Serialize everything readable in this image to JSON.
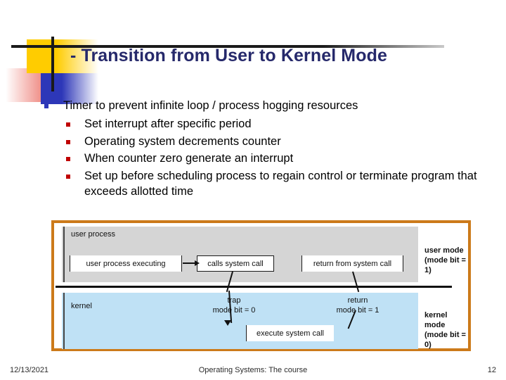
{
  "slide": {
    "title": "- Transition from User to Kernel Mode",
    "title_color": "#26296B"
  },
  "content": {
    "bullets": [
      {
        "level": 1,
        "text": "Timer to prevent infinite loop / process hogging resources",
        "bullet_color": "#2D37B8",
        "children": [
          {
            "level": 2,
            "text": "Set interrupt after specific period",
            "bullet_color": "#C00000"
          },
          {
            "level": 2,
            "text": "Operating system decrements counter",
            "bullet_color": "#C00000"
          },
          {
            "level": 2,
            "text": "When counter zero generate an interrupt",
            "bullet_color": "#C00000"
          },
          {
            "level": 2,
            "text": "Set up before scheduling process to regain control or terminate program that exceeds allotted time",
            "bullet_color": "#C00000"
          }
        ]
      }
    ]
  },
  "figure": {
    "border_color": "#CC7A1A",
    "user_band_color": "#D5D5D5",
    "kernel_band_color": "#BFE1F5",
    "labels": {
      "user_process": "user process",
      "kernel": "kernel",
      "user_mode": "user mode",
      "user_mode_bit": "(mode bit = 1)",
      "kernel_mode": "kernel mode",
      "kernel_mode_bit": "(mode bit = 0)"
    },
    "boxes": {
      "user_process_executing": "user process executing",
      "calls_system_call": "calls system call",
      "return_from_system_call": "return from system call",
      "execute_system_call": "execute system call"
    },
    "transitions": {
      "trap": "trap",
      "trap_bit": "mode bit = 0",
      "return": "return",
      "return_bit": "mode bit = 1"
    }
  },
  "footer": {
    "date": "12/13/2021",
    "center": "Operating Systems: The course",
    "page": "12"
  }
}
